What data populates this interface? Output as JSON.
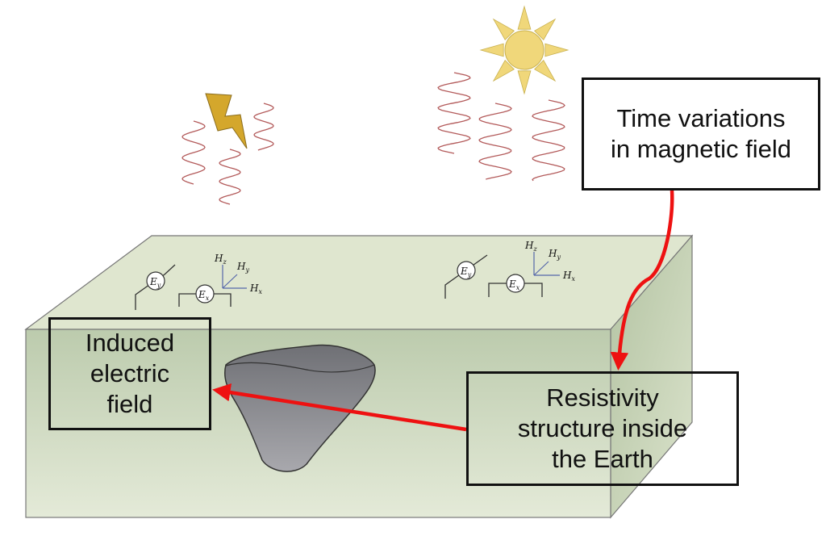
{
  "labels": {
    "time_variations": "Time variations\nin magnetic field",
    "induced_field": "Induced\nelectric\nfield",
    "resistivity": "Resistivity\nstructure inside\nthe Earth"
  },
  "sensors": {
    "ey": "Ey",
    "ex": "Ex",
    "hz": "Hz",
    "hy": "Hy",
    "hx": "Hx"
  },
  "colors": {
    "block_top": "#dfe6cf",
    "block_front": "#c5d3b5",
    "block_side": "#a9bb97",
    "sun": "#f0d77a",
    "lightning": "#d4a72c",
    "waves": "#b35a5a",
    "arrow": "#ee1111",
    "rock": "#8c8c90"
  }
}
